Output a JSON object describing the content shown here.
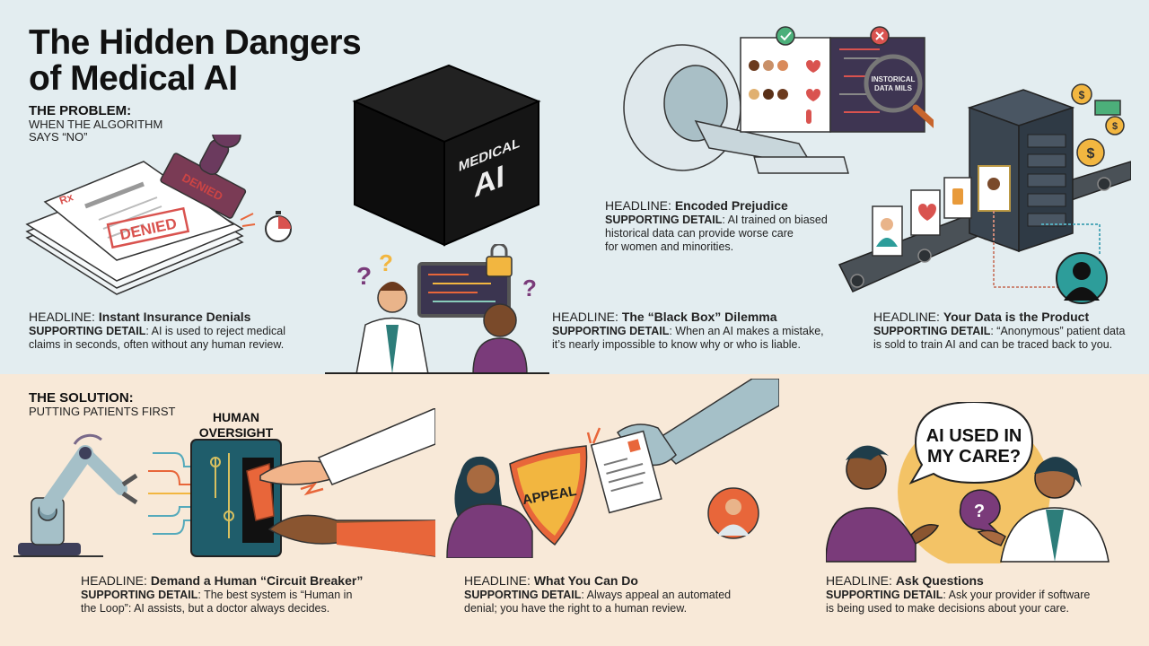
{
  "title": {
    "line1": "The Hidden Dangers",
    "line2": "of Medical AI"
  },
  "problem": {
    "heading": "THE PROBLEM:",
    "subtitle_line1": "WHEN THE ALGORITHM",
    "subtitle_line2": "SAYS “NO”"
  },
  "solution": {
    "heading": "THE SOLUTION:",
    "subtitle": "PUTTING PATIENTS FIRST"
  },
  "labels": {
    "headline": "HEADLINE: ",
    "supporting": "SUPPORTING DETAIL",
    "colon": ": "
  },
  "problem_cards": [
    {
      "headline": "Instant Insurance Denials",
      "detail_line1": "AI is used to reject medical",
      "detail_line2": "claims in seconds, often without any human review."
    },
    {
      "headline": "The “Black Box” Dilemma",
      "detail_line1": "When an AI makes a mistake,",
      "detail_line2": "it’s nearly impossible to know why or who is liable."
    },
    {
      "headline": "Encoded Prejudice",
      "detail_line1": "AI trained on biased",
      "detail_line2": "historical data can provide worse care",
      "detail_line3": "for women and minorities."
    },
    {
      "headline": "Your Data is the Product",
      "detail_line1": "“Anonymous” patient data",
      "detail_line2": "is sold to train AI and can be traced back to you."
    }
  ],
  "solution_cards": [
    {
      "headline": "Demand a Human “Circuit Breaker”",
      "detail_line1": "The best system is “Human in",
      "detail_line2": "the Loop”: AI assists, but a doctor always decides."
    },
    {
      "headline": "What You Can Do",
      "detail_line1": "Always appeal an automated",
      "detail_line2": "denial; you have the right to a human review."
    },
    {
      "headline": "Ask Questions",
      "detail_line1": "Ask your provider if software",
      "detail_line2": "is being used to make decisions about your care."
    }
  ],
  "illustrations": {
    "denied_stamp": "DENIED",
    "rx": "Rx",
    "black_box_line1": "MEDICAL",
    "black_box_line2": "AI",
    "magnifier_line1": "INSTORICAL",
    "magnifier_line2": "DATA MILS",
    "oversight_line1": "HUMAN",
    "oversight_line2": "OVERSIGHT",
    "appeal": "APPEAL",
    "speech_line1": "AI USED IN",
    "speech_line2": "MY CARE?",
    "question_mark": "?",
    "dollar": "$"
  },
  "colors": {
    "top_bg": "#e3edf0",
    "bottom_bg": "#f8e9d8",
    "accent_red": "#d9534f",
    "accent_orange": "#e8663a",
    "purple": "#7a3b7a",
    "teal": "#2d7d7a",
    "gold": "#f2b640",
    "dark": "#111111"
  }
}
